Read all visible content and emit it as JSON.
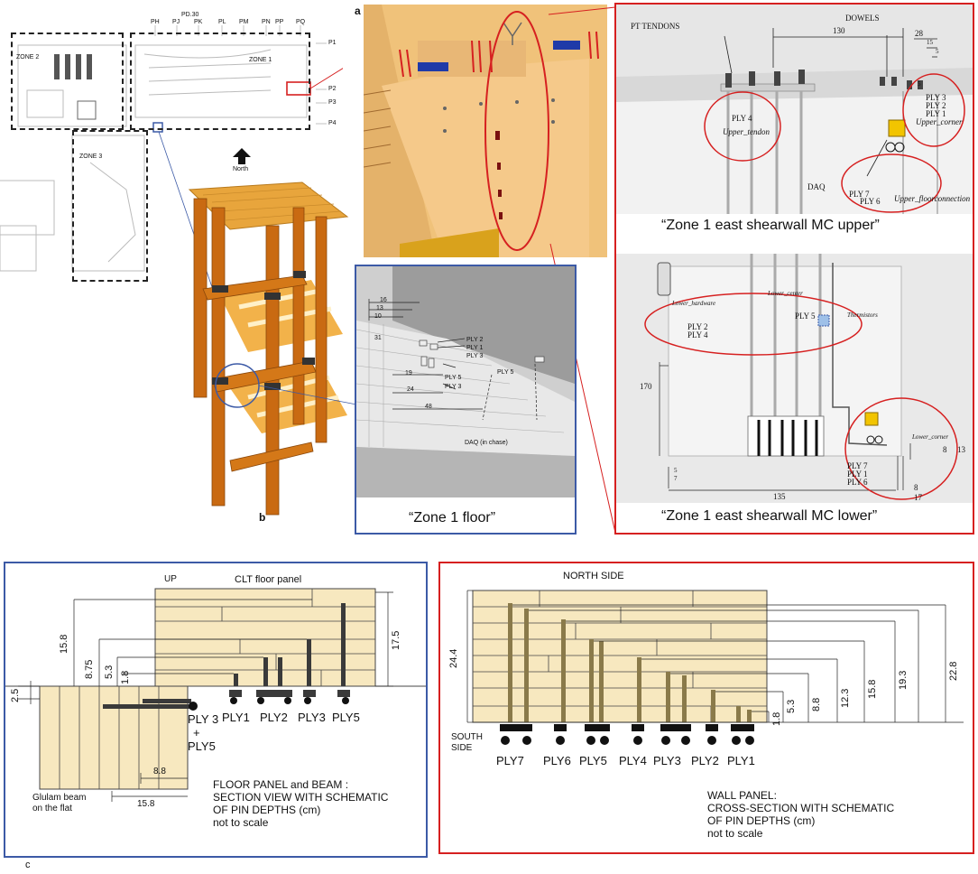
{
  "map": {
    "pd_label": "PD.30",
    "grid_cols": [
      "PH",
      "PJ",
      "PK",
      "PL",
      "PM",
      "PN",
      "PP",
      "PQ"
    ],
    "grid_rows": [
      "P1",
      "P2",
      "P3",
      "P4"
    ],
    "zones": [
      "ZONE 2",
      "ZONE 1",
      "ZONE 3"
    ],
    "north_label": "North"
  },
  "panel_letters": {
    "a": "a",
    "b": "b",
    "c": "c"
  },
  "upper_panel": {
    "caption": "“Zone 1 east shearwall MC upper”",
    "labels": {
      "pt_tendons": "PT TENDONS",
      "dowels": "DOWELS",
      "dim_130": "130",
      "dim_28": "28",
      "dim_15": "15",
      "dim_5a": "5",
      "dim_5b": "5",
      "ply4": "PLY 4",
      "upper_tendon": "Upper_tendon",
      "ply3": "PLY 3",
      "ply2": "PLY 2",
      "ply1": "PLY 1",
      "upper_corner": "Upper_corner",
      "daq": "DAQ",
      "ply7": "PLY 7",
      "ply6": "PLY 6",
      "upper_floor": "Upper_floorconnection"
    }
  },
  "lower_panel": {
    "caption": "“Zone 1 east shearwall MC lower”",
    "labels": {
      "lower_hardware": "Lower_hardware",
      "lower_center": "Lower_center",
      "ply5": "PLY 5",
      "thermistors": "Thermistors",
      "ply2": "PLY 2",
      "ply4": "PLY 4",
      "dim_170": "170",
      "dim_5": "5",
      "dim_7": "7",
      "dim_135": "135",
      "lower_corner": "Lower_corner",
      "dim_8a": "8",
      "dim_13": "13",
      "dim_8b": "8",
      "dim_17": "17",
      "ply7": "PLY 7",
      "ply1": "PLY 1",
      "ply6": "PLY 6"
    }
  },
  "floor_detail": {
    "caption": "“Zone 1 floor”",
    "labels": {
      "d16": "16",
      "d13": "13",
      "d10": "10",
      "d31": "31",
      "d19": "19",
      "d24": "24",
      "d48": "48",
      "ply2": "PLY 2",
      "ply1": "PLY 1",
      "ply3a": "PLY 3",
      "ply5a": "PLY 5",
      "ply3b": "PLY 3",
      "ply5b": "PLY 5",
      "daq": "DAQ (in chase)"
    }
  },
  "floor_section": {
    "up": "UP",
    "clt": "CLT floor panel",
    "d158": "15.8",
    "d875": "8.75",
    "d53": "5.3",
    "d18": "1.8",
    "d175": "17.5",
    "d25": "2.5",
    "ply1": "PLY1",
    "ply2": "PLY2",
    "ply3": "PLY3",
    "ply5": "PLY5",
    "ply35": "PLY 3",
    "plus": "+",
    "ply5b": "PLY5",
    "glulam1": "Glulam beam",
    "glulam2": "on the flat",
    "d88": "8.8",
    "d158b": "15.8",
    "desc1": "FLOOR PANEL and BEAM :",
    "desc2": "SECTION VIEW WITH SCHEMATIC",
    "desc3": "OF PIN DEPTHS (cm)",
    "desc4": "not to scale"
  },
  "wall_section": {
    "north": "NORTH SIDE",
    "south1": "SOUTH",
    "south2": "SIDE",
    "d244": "24.4",
    "dims_right": [
      "1.8",
      "5.3",
      "8.8",
      "12.3",
      "15.8",
      "19.3",
      "22.8"
    ],
    "plys": [
      "PLY7",
      "PLY6",
      "PLY5",
      "PLY4",
      "PLY3",
      "PLY2",
      "PLY1"
    ],
    "desc1": "WALL PANEL:",
    "desc2": "CROSS-SECTION WITH SCHEMATIC",
    "desc3": "OF PIN DEPTHS (cm)",
    "desc4": "not to scale"
  },
  "colors": {
    "wood": "#f0c27a",
    "wood_light": "#f7e8bf",
    "red": "#d62020",
    "blue": "#3c5aa6",
    "pin": "#8a7a4a"
  }
}
